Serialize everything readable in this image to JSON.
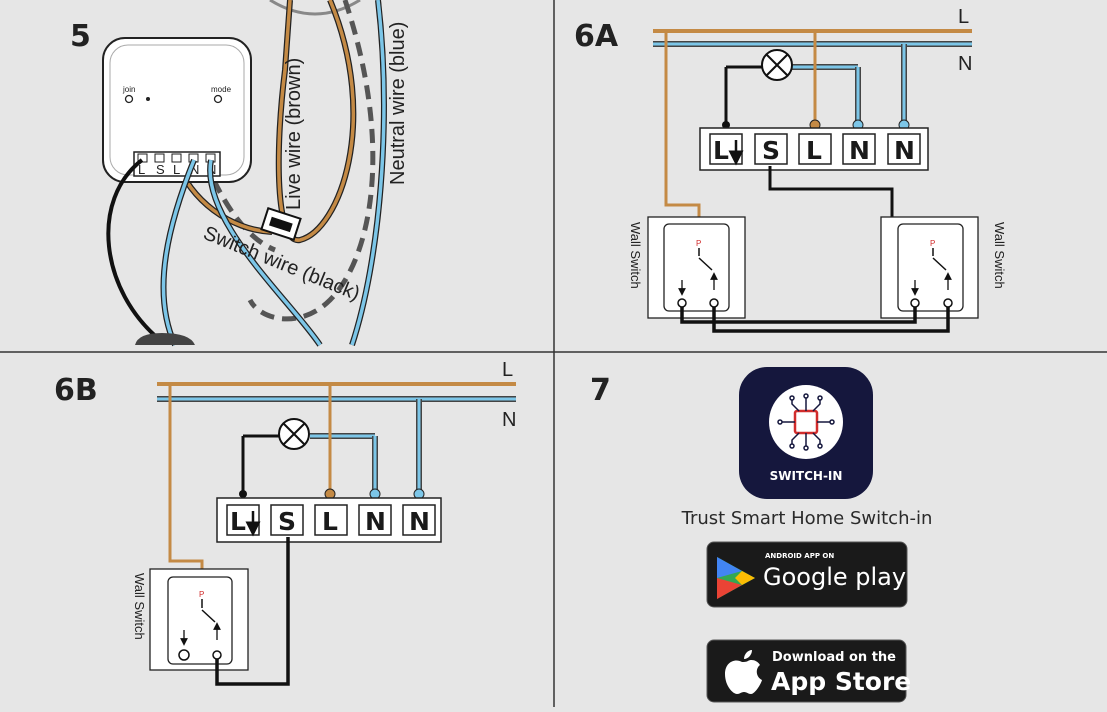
{
  "steps": {
    "s5": {
      "number": "5"
    },
    "s6a": {
      "number": "6A"
    },
    "s6b": {
      "number": "6B"
    },
    "s7": {
      "number": "7"
    }
  },
  "device": {
    "join_label": "join",
    "mode_label": "mode",
    "terminal_labels": [
      "L",
      "S",
      "L",
      "N",
      "N"
    ]
  },
  "wire_labels": {
    "live": "Live wire (brown)",
    "neutral": "Neutral wire (blue)",
    "switch": "Switch wire (black)"
  },
  "bus_labels": {
    "live": "L",
    "neutral": "N"
  },
  "terminal_block": [
    "L",
    "S",
    "L",
    "N",
    "N"
  ],
  "wall_switch_label": "Wall Switch",
  "switch_contact_label": "P",
  "app": {
    "name": "Trust Smart Home Switch-in",
    "icon_label": "SWITCH-IN",
    "google_play": {
      "small": "ANDROID APP ON",
      "big": "Google play"
    },
    "app_store": {
      "small": "Download on the",
      "big": "App Store"
    }
  },
  "colors": {
    "brown": "#c48a45",
    "blue": "#7cc6e8",
    "black": "#111111",
    "switch_red": "#d12c2c",
    "app_icon_bg": "#15173d",
    "background": "#e6e6e6"
  }
}
